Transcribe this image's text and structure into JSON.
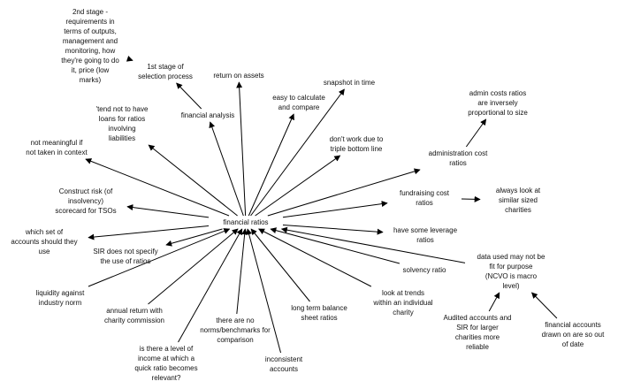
{
  "diagram": {
    "line_color": "#000000",
    "text_color": "#111111",
    "center": {
      "id": "financial-ratios",
      "label": "financial ratios"
    },
    "nodes": [
      {
        "id": "second-stage",
        "label": "2nd stage -\nrequirements in\nterms of outputs,\nmanagement and\nmonitoring, how\nthey're going to do\nit, price (low\nmarks)"
      },
      {
        "id": "first-stage",
        "label": "1st stage of\nselection process"
      },
      {
        "id": "financial-analysis",
        "label": "financial analysis"
      },
      {
        "id": "return-on-assets",
        "label": "return on assets"
      },
      {
        "id": "snapshot",
        "label": "snapshot in time"
      },
      {
        "id": "easy-calc",
        "label": "easy to calculate\nand compare"
      },
      {
        "id": "tend-not-loans",
        "label": "'tend not to have\nloans for ratios\ninvolving\nliabilities"
      },
      {
        "id": "dont-work",
        "label": "don't work due to\ntriple bottom line"
      },
      {
        "id": "admin-costs-inverse",
        "label": "admin costs ratios\nare inversely\nproportional to size"
      },
      {
        "id": "admin-cost-ratios",
        "label": "administration cost\nratios"
      },
      {
        "id": "not-meaningful",
        "label": "not meaningful if\nnot taken in context"
      },
      {
        "id": "construct-risk",
        "label": "Construct risk (of\ninsolvency)\nscorecard for TSOs"
      },
      {
        "id": "fundraising",
        "label": "fundraising cost\nratios"
      },
      {
        "id": "always-look",
        "label": "always look at\nsimilar sized\ncharities"
      },
      {
        "id": "which-set",
        "label": "which set of\naccounts should they\nuse"
      },
      {
        "id": "leverage",
        "label": "have some leverage\nratios"
      },
      {
        "id": "sir",
        "label": "SIR does not specify\nthe use of ratios"
      },
      {
        "id": "solvency",
        "label": "solvency ratio"
      },
      {
        "id": "data-used",
        "label": "data used may not be\nfit for purpose\n(NCVO is macro\nlevel)"
      },
      {
        "id": "liquidity",
        "label": "liquidity against\nindustry norm"
      },
      {
        "id": "long-term",
        "label": "long term balance\nsheet ratios"
      },
      {
        "id": "look-trends",
        "label": "look at trends\nwithin an individual\ncharity"
      },
      {
        "id": "annual-return",
        "label": "annual return with\ncharity commission"
      },
      {
        "id": "no-norms",
        "label": "there are no\nnorms/benchmarks for\ncomparison"
      },
      {
        "id": "audited",
        "label": "Audited accounts and\nSIR for larger\ncharities more\nreliable"
      },
      {
        "id": "drawn-on",
        "label": "financial accounts\ndrawn on are so out\nof date"
      },
      {
        "id": "is-there-level",
        "label": "is there a level of\nincome at which a\nquick ratio becomes\nrelevant?"
      },
      {
        "id": "inconsistent",
        "label": "inconsistent\naccounts"
      }
    ],
    "edges": [
      {
        "from": "first-stage",
        "to": "second-stage"
      },
      {
        "from": "financial-analysis",
        "to": "first-stage"
      },
      {
        "from": "financial-ratios",
        "to": "financial-analysis"
      },
      {
        "from": "financial-ratios",
        "to": "return-on-assets"
      },
      {
        "from": "financial-ratios",
        "to": "easy-calc"
      },
      {
        "from": "financial-ratios",
        "to": "snapshot"
      },
      {
        "from": "financial-ratios",
        "to": "tend-not-loans"
      },
      {
        "from": "financial-ratios",
        "to": "dont-work"
      },
      {
        "from": "financial-ratios",
        "to": "admin-cost-ratios"
      },
      {
        "from": "admin-cost-ratios",
        "to": "admin-costs-inverse"
      },
      {
        "from": "financial-ratios",
        "to": "not-meaningful"
      },
      {
        "from": "financial-ratios",
        "to": "construct-risk"
      },
      {
        "from": "financial-ratios",
        "to": "fundraising"
      },
      {
        "from": "fundraising",
        "to": "always-look"
      },
      {
        "from": "financial-ratios",
        "to": "which-set"
      },
      {
        "from": "financial-ratios",
        "to": "leverage"
      },
      {
        "from": "financial-ratios",
        "to": "sir"
      },
      {
        "from": "solvency",
        "to": "financial-ratios"
      },
      {
        "from": "data-used",
        "to": "financial-ratios"
      },
      {
        "from": "liquidity",
        "to": "financial-ratios"
      },
      {
        "from": "look-trends",
        "to": "financial-ratios"
      },
      {
        "from": "long-term",
        "to": "financial-ratios"
      },
      {
        "from": "annual-return",
        "to": "financial-ratios"
      },
      {
        "from": "no-norms",
        "to": "financial-ratios"
      },
      {
        "from": "is-there-level",
        "to": "financial-ratios"
      },
      {
        "from": "inconsistent",
        "to": "financial-ratios"
      },
      {
        "from": "audited",
        "to": "data-used"
      },
      {
        "from": "drawn-on",
        "to": "data-used"
      }
    ]
  }
}
